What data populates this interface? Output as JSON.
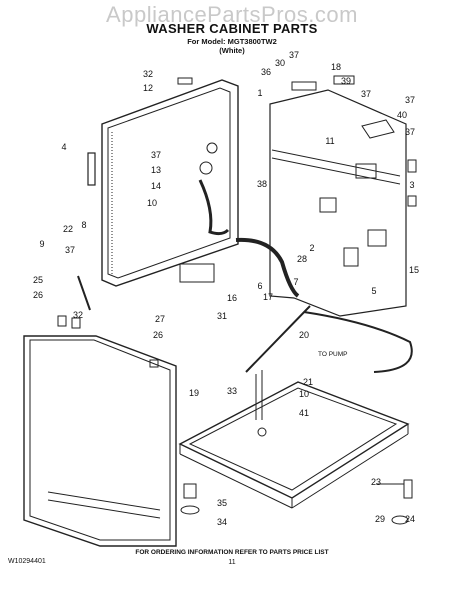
{
  "watermark": "AppliancePartsPros.com",
  "header": {
    "title": "WASHER CABINET PARTS",
    "model_line": "For Model: MGT3800TW2",
    "color_line": "(White)"
  },
  "annotations": {
    "to_pump": "TO PUMP"
  },
  "callouts": [
    "32",
    "12",
    "4",
    "37",
    "13",
    "14",
    "10",
    "8",
    "22",
    "9",
    "37",
    "25",
    "26",
    "32",
    "27",
    "26",
    "36",
    "30",
    "37",
    "18",
    "39",
    "37",
    "37",
    "40",
    "37",
    "1",
    "11",
    "38",
    "3",
    "2",
    "28",
    "7",
    "6",
    "17",
    "16",
    "15",
    "5",
    "31",
    "20",
    "33",
    "21",
    "10",
    "19",
    "41",
    "35",
    "34",
    "23",
    "29",
    "24"
  ],
  "footer": {
    "note": "FOR ORDERING INFORMATION REFER TO PARTS PRICE LIST",
    "code": "W10294401",
    "page": "11"
  }
}
